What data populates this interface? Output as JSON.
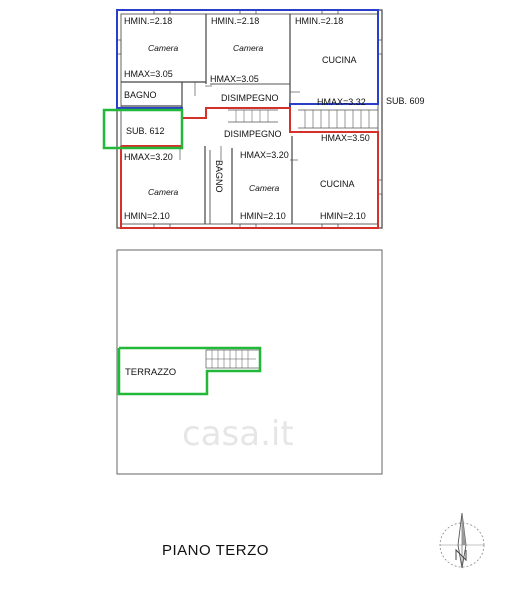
{
  "plan": {
    "title": "PIANO TERZO",
    "watermark": "casa.it",
    "colors": {
      "blue": "#2a3fc9",
      "red": "#d6302a",
      "green": "#22b83a"
    },
    "upper_unit": {
      "rooms": [
        {
          "name": "Camera",
          "hmin": "HMIN.=2.18",
          "hmax": "HMAX=3.05"
        },
        {
          "name": "Camera",
          "hmin": "HMIN.=2.18",
          "hmax": "HMAX=3.05"
        },
        {
          "name": "CUCINA",
          "hmin": "HMIN.=2.18"
        }
      ],
      "bagno": "BAGNO",
      "disimpegno": "DISIMPEGNO",
      "hmax_stair": "HMAX=3.32",
      "sub_label": "SUB. 609"
    },
    "sub612": "SUB. 612",
    "lower_unit": {
      "disimpegno": "DISIMPEGNO",
      "hmax_stair": "HMAX=3.50",
      "bagno": "BAGNO",
      "rooms": [
        {
          "name": "Camera",
          "hmax": "HMAX=3.20",
          "hmin": "HMIN=2.10"
        },
        {
          "name": "Camera",
          "hmax": "HMAX=3.20",
          "hmin": "HMIN=2.10"
        },
        {
          "name": "CUCINA",
          "hmin": "HMIN=2.10"
        }
      ]
    },
    "terrace": "TERRAZZO",
    "compass_icon": "north-arrow-icon"
  }
}
